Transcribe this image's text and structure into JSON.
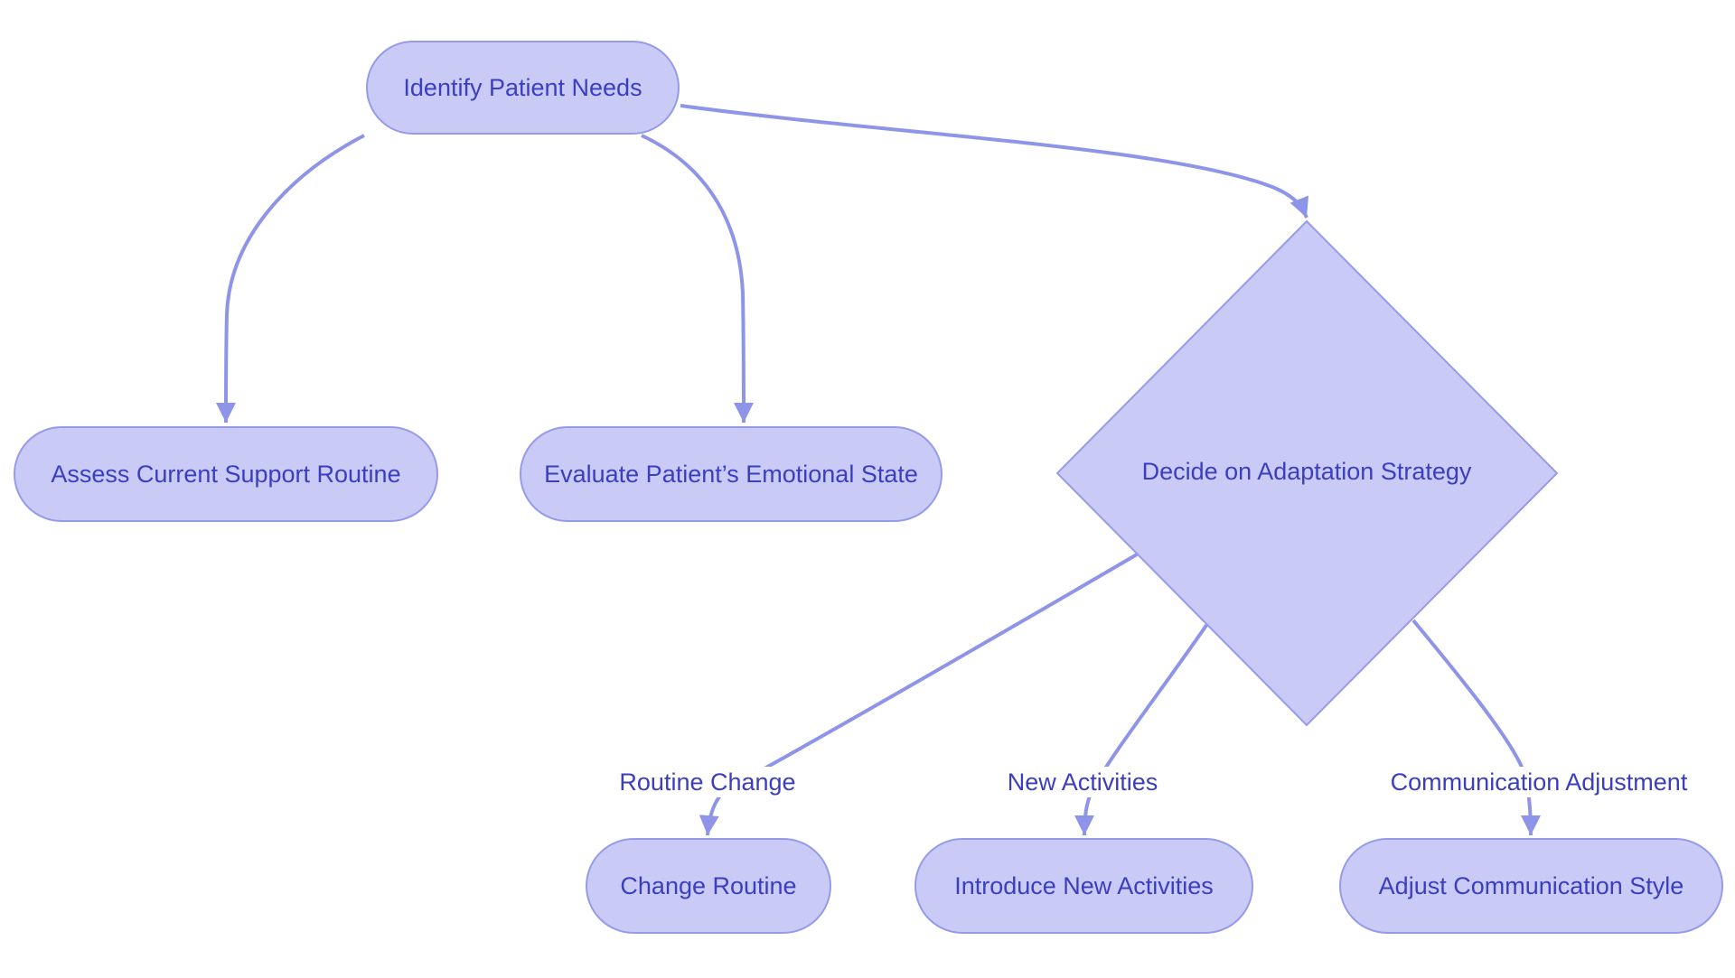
{
  "diagram": {
    "nodes": {
      "identify": {
        "label": "Identify Patient Needs",
        "shape": "rounded-rect"
      },
      "assess": {
        "label": "Assess Current Support Routine",
        "shape": "rounded-rect"
      },
      "evaluate": {
        "label": "Evaluate Patient’s Emotional State",
        "shape": "rounded-rect"
      },
      "decide": {
        "label": "Decide on Adaptation Strategy",
        "shape": "diamond"
      },
      "change_routine": {
        "label": "Change Routine",
        "shape": "rounded-rect"
      },
      "introduce_activities": {
        "label": "Introduce New Activities",
        "shape": "rounded-rect"
      },
      "adjust_communication": {
        "label": "Adjust Communication Style",
        "shape": "rounded-rect"
      }
    },
    "edge_labels": {
      "routine_change": "Routine Change",
      "new_activities": "New Activities",
      "communication_adjustment": "Communication Adjustment"
    },
    "connections": [
      {
        "from": "Identify Patient Needs",
        "to": "Assess Current Support Routine",
        "label": ""
      },
      {
        "from": "Identify Patient Needs",
        "to": "Evaluate Patient’s Emotional State",
        "label": ""
      },
      {
        "from": "Identify Patient Needs",
        "to": "Decide on Adaptation Strategy",
        "label": ""
      },
      {
        "from": "Decide on Adaptation Strategy",
        "to": "Change Routine",
        "label": "Routine Change"
      },
      {
        "from": "Decide on Adaptation Strategy",
        "to": "Introduce New Activities",
        "label": "New Activities"
      },
      {
        "from": "Decide on Adaptation Strategy",
        "to": "Adjust Communication Style",
        "label": "Communication Adjustment"
      }
    ],
    "colors": {
      "node_fill": "#c9cbf6",
      "node_border": "#969be9",
      "edge": "#8e95e8",
      "text": "#3b3ec0",
      "background": "#ffffff"
    }
  }
}
